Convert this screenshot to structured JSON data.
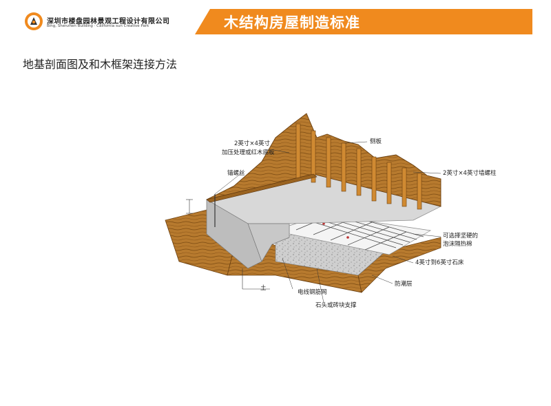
{
  "header": {
    "company_cn": "深圳市楼盘园林景观工程设计有限公司",
    "company_en": "Bing, Shenzhen Building · California sun Creative Park",
    "banner_title": "木结构房屋制造标准",
    "accent_color": "#f08a1e"
  },
  "page_title": "地基剖面图及和木框架连接方法",
  "diagram": {
    "labels": {
      "sill_1": "2英寸×4英寸",
      "sill_2": "加压处理或红木底板",
      "anchor_bolt": "锚螺丝",
      "sheathing": "侧板",
      "stud": "2英寸×4英寸墙螺柱",
      "insulation_1": "可选择坚硬的",
      "insulation_2": "泡沫隔热棉",
      "slab": "4英寸到6英寸石床",
      "vapor_barrier": "防潮层",
      "soil": "土",
      "wire_mesh": "电线钢筋网",
      "gravel_support": "石头或砖块支撑"
    }
  }
}
